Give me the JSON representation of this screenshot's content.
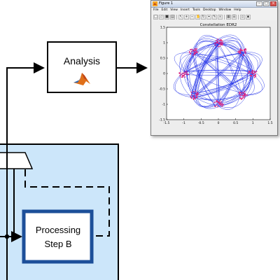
{
  "analysis_block": {
    "label": "Analysis",
    "logo_icon": "matlab-logo-icon"
  },
  "processing_block": {
    "line1": "Processing",
    "line2": "Step B"
  },
  "figure_window": {
    "title": "Figure 1",
    "menu": [
      "File",
      "Edit",
      "View",
      "Insert",
      "Tools",
      "Desktop",
      "Window",
      "Help"
    ],
    "toolbar_icons": [
      "new-icon",
      "open-icon",
      "save-icon",
      "print-icon",
      "pointer-icon",
      "zoom-in-icon",
      "zoom-out-icon",
      "pan-icon",
      "rotate-icon",
      "datacursor-icon",
      "brush-icon",
      "link-icon",
      "colorbar-icon",
      "legend-icon",
      "hide-icon",
      "show-icon"
    ]
  },
  "colors": {
    "region_fill": "#cce6fa",
    "accent_blue": "#1c4f99",
    "trace_blue": "#1f2fe8",
    "point_magenta": "#e0207a"
  },
  "chart_data": {
    "type": "scatter",
    "title": "Constellation EDR2",
    "xlim": [
      -1.5,
      1.5
    ],
    "ylim": [
      -1.5,
      1.5
    ],
    "xticks": [
      "-1.5",
      "-1",
      "-0.5",
      "0",
      "0.5",
      "1",
      "1.5"
    ],
    "yticks": [
      "1.5",
      "1",
      "0.5",
      "0",
      "-0.5",
      "-1",
      "-1.5"
    ],
    "series": [
      {
        "kind": "trajectory",
        "color": "#1f2fe8",
        "radius": 1.0,
        "inner_radius": 0.3
      },
      {
        "kind": "symbols",
        "color": "#e0207a",
        "radius": 1.0,
        "count": 8,
        "angles_deg": [
          90,
          135,
          180,
          225,
          270,
          315,
          0,
          45
        ]
      }
    ]
  }
}
